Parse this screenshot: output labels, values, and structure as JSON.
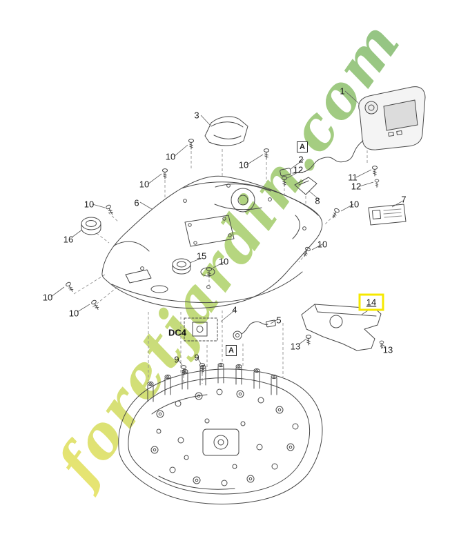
{
  "watermark": {
    "text": "foretjardin.com",
    "color_bottom": "#d9d414",
    "color_mid": "#8cbf2a",
    "color_top": "#4f9e33",
    "opacity": "0.6"
  },
  "diagram": {
    "highlight_color": "#f6e800",
    "ref_marker_a": "A",
    "dc4_label": "DC4",
    "highlighted_part": "14",
    "callouts": [
      {
        "text": "1"
      },
      {
        "text": "3"
      },
      {
        "text": "2"
      },
      {
        "text": "12"
      },
      {
        "text": "10"
      },
      {
        "text": "10"
      },
      {
        "text": "10"
      },
      {
        "text": "11"
      },
      {
        "text": "12"
      },
      {
        "text": "8"
      },
      {
        "text": "7"
      },
      {
        "text": "10"
      },
      {
        "text": "6"
      },
      {
        "text": "10"
      },
      {
        "text": "16"
      },
      {
        "text": "10"
      },
      {
        "text": "15"
      },
      {
        "text": "10"
      },
      {
        "text": "10"
      },
      {
        "text": "10"
      },
      {
        "text": "4"
      },
      {
        "text": "5"
      },
      {
        "text": "13"
      },
      {
        "text": "13"
      },
      {
        "text": "9"
      },
      {
        "text": "9"
      }
    ]
  }
}
